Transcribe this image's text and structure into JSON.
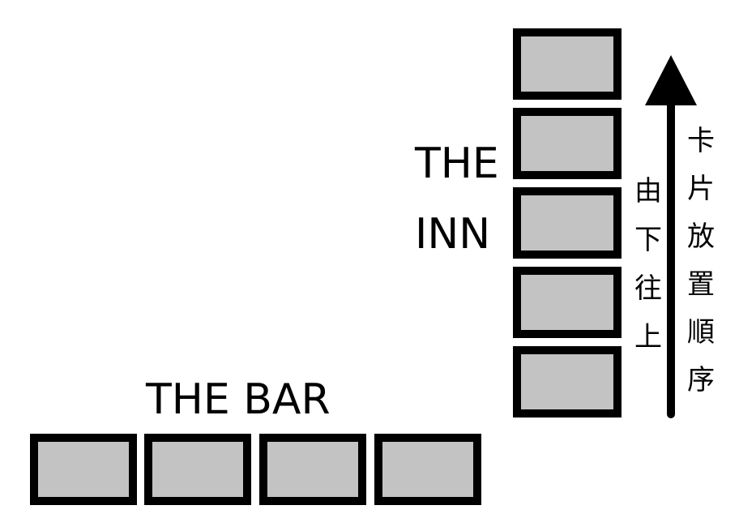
{
  "labels": {
    "bar": "THE BAR",
    "inn_line1": "THE",
    "inn_line2": "INN"
  },
  "vertical_text": {
    "bottom_to_top": [
      "由",
      "下",
      "往",
      "上"
    ],
    "card_order": [
      "卡",
      "片",
      "放",
      "置",
      "順",
      "序"
    ]
  },
  "colors": {
    "card_fill": "#c3c3c3",
    "card_border": "#000000",
    "arrow": "#000000",
    "background": "#ffffff"
  },
  "diagram": {
    "bar_card_count": 4,
    "inn_card_count": 5,
    "arrow_direction": "up"
  }
}
